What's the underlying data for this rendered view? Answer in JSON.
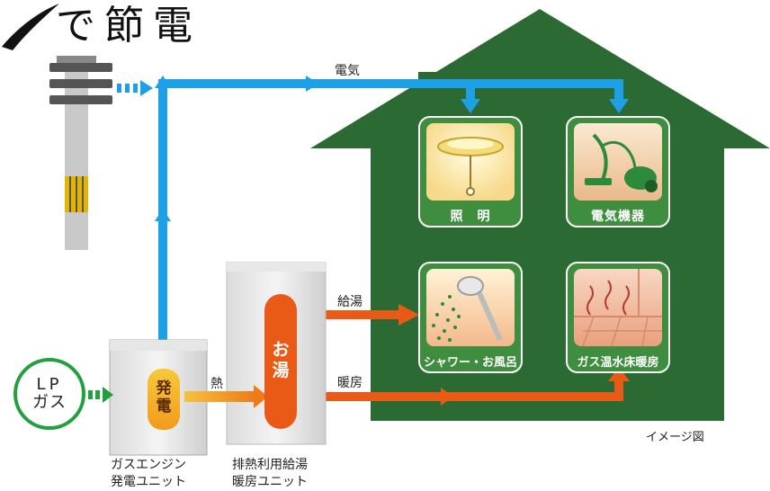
{
  "title": "で節電",
  "flows": {
    "electricity": "電気",
    "hot_water_supply": "給湯",
    "heating": "暖房",
    "heat": "熱"
  },
  "lp_gas": {
    "line1": "LP",
    "line2": "ガス"
  },
  "generator": {
    "line1": "発",
    "line2": "電"
  },
  "hot_water_tank": {
    "line1": "お",
    "line2": "湯"
  },
  "uses": [
    {
      "label": "照　明"
    },
    {
      "label": "電気機器"
    },
    {
      "label": "シャワー・お風呂"
    },
    {
      "label": "ガス温水床暖房"
    }
  ],
  "units": {
    "gas_engine": {
      "line1": "ガスエンジン",
      "line2": "発電ユニット"
    },
    "heat_recovery": {
      "line1": "排熱利用給湯",
      "line2": "暖房ユニット"
    }
  },
  "image_note": "イメージ図",
  "colors": {
    "house_green": "#2b6b33",
    "electric_blue": "#1ea0e6",
    "hot_water_orange": "#e85a16",
    "generator_yellow": "#f2b222",
    "lp_gas_ring": "#22a040"
  }
}
